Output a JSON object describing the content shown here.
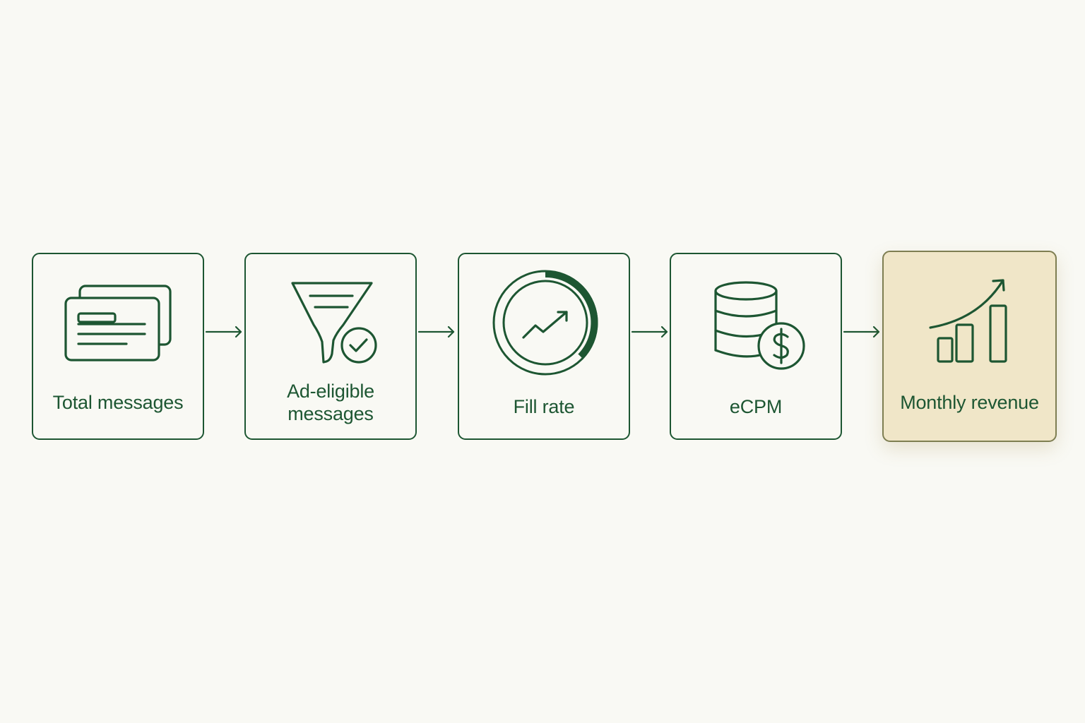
{
  "colors": {
    "background": "#f9f9f4",
    "primary": "#1d5632",
    "highlight_fill": "#f0e6c8",
    "highlight_border": "#7e7e52"
  },
  "steps": [
    {
      "label": "Total messages",
      "icon": "message-stack-icon"
    },
    {
      "label": "Ad-eligible messages",
      "icon": "funnel-check-icon"
    },
    {
      "label": "Fill rate",
      "icon": "progress-ring-trend-icon"
    },
    {
      "label": "eCPM",
      "icon": "coin-stack-dollar-icon"
    },
    {
      "label": "Monthly revenue",
      "icon": "bar-chart-growth-icon"
    }
  ]
}
